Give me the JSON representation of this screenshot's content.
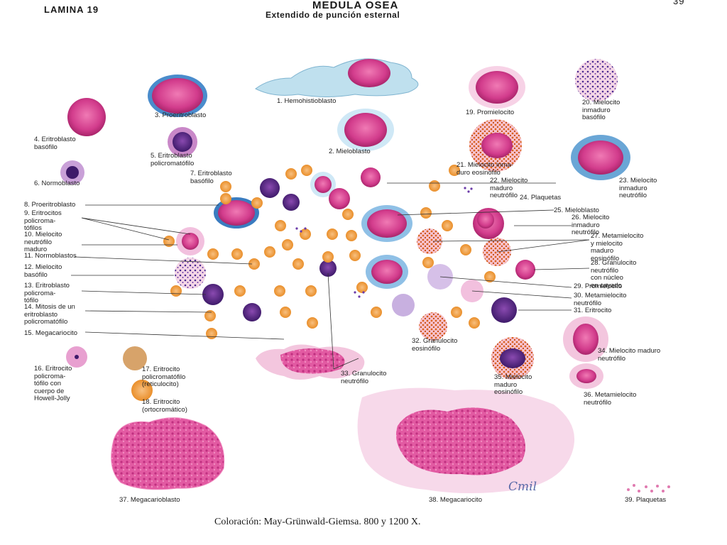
{
  "plate": "LAMINA 19",
  "title": "MEDULA OSEA",
  "subtitle": "Extendido de punción esternal",
  "page_number": "39",
  "caption": "Coloración: May-Grünwald-Giemsa. 800 y 1200 X.",
  "signature": "Cmil",
  "labels": {
    "l1": "1. Hemohistioblasto",
    "l2": "2. Mieloblasto",
    "l3": "3. Proeritroblasto",
    "l4": "4. Eritroblasto\nbasófilo",
    "l5": "5. Eritroblasto\npolicromatófilo",
    "l6": "6. Normoblasto",
    "l7": "7. Eritroblasto\nbasófilo",
    "l8": "8. Proeritroblasto",
    "l9": "9. Eritrocitos\npolicroma-\ntófilos",
    "l10": "10. Mielocito\nneutrófilo\nmaduro",
    "l11": "11. Normoblastos",
    "l12": "12. Mielocito\nbasófilo",
    "l13": "13. Eritroblasto\npolicroma-\ntófilo",
    "l14": "14. Mitosis de un\neritroblasto\npolicromatófilo",
    "l15": "15. Megacariocito",
    "l16": "16. Eritrocito\npolicroma-\ntófilo con\ncuerpo de\nHowell-Jolly",
    "l17": "17. Eritrocito\npolicromatófilo\n(reticulocito)",
    "l18": "18. Eritrocito\n(ortocromático)",
    "l19": "19. Promielocito",
    "l20": "20. Mielocito\ninmaduro\nbasófilo",
    "l21": "21. Mielocito inma-\nduro eosinófilo",
    "l22": "22. Mielocito\nmaduro\nneutrófilo",
    "l23": "23. Mielocito\ninmaduro\nneutrófilo",
    "l24": "24. Plaquetas",
    "l25": "25. Mieloblasto",
    "l26": "26. Mielocito\ninmaduro\nneutrófilo",
    "l27": "27. Metamielocito\ny mielocito\nmaduro\neosinófilo",
    "l28": "28. Granulocito\nneutrófilo\ncon núcleo\nen cayado",
    "l29": "29. Promielocito",
    "l30": "30. Metamielocito\nneutrófilo",
    "l31": "31. Eritrocito",
    "l32": "32. Granulocito\neosinófilo",
    "l33": "33. Granulocito\nneutrófilo",
    "l34": "34. Mielocito maduro\nneutrófilo",
    "l35": "35. Mielocito\nmaduro\neosinófilo",
    "l36": "36. Metamielocito\nneutrófilo",
    "l37": "37. Megacarioblasto",
    "l38": "38. Megacariocito",
    "l39": "39. Plaquetas"
  },
  "colors": {
    "nucleus": "#d23c8c",
    "nucleus_dark": "#5a2a8a",
    "cytoplasm_blue": "#8fc0e6",
    "erythrocyte": "#f2a23a",
    "eosin_granule": "#d9621e"
  }
}
